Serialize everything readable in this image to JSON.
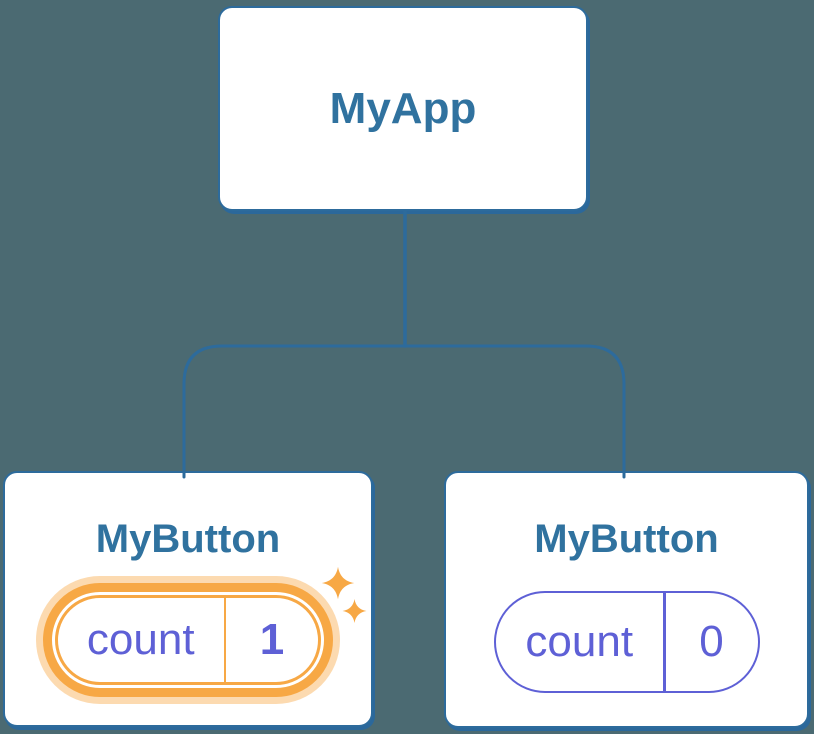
{
  "diagram": {
    "background_color": "#4B6A72",
    "line_color": "#2D6B9C",
    "node_border_color": "#2D6B9C",
    "title_text_color": "#30729F",
    "state_text_color": "#5E60D6",
    "highlight_color": "#F7A845",
    "root": {
      "label": "MyApp"
    },
    "children": [
      {
        "label": "MyButton",
        "highlighted": true,
        "state": {
          "key": "count",
          "value": "1"
        }
      },
      {
        "label": "MyButton",
        "highlighted": false,
        "state": {
          "key": "count",
          "value": "0"
        }
      }
    ]
  }
}
